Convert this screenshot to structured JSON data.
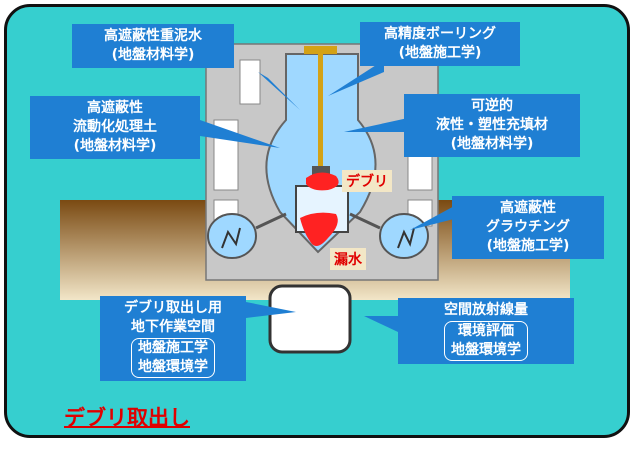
{
  "labels": {
    "top_center": [
      "高遮蔽性重泥水",
      "(地盤材料学)"
    ],
    "top_right": [
      "高精度ボーリング",
      "(地盤施工学)"
    ],
    "left_mid": [
      "高遮蔽性",
      "流動化処理土",
      "(地盤材料学)"
    ],
    "right_mid": [
      "可逆的",
      "液性・塑性充填材",
      "(地盤材料学)"
    ],
    "right_lower": [
      "高遮蔽性",
      "グラウチング",
      "(地盤施工学)"
    ],
    "bottom_left_title": [
      "デブリ取出し用",
      "地下作業空間"
    ],
    "bottom_left_fields": [
      "地盤施工学",
      "地盤環境学"
    ],
    "bottom_right_title": [
      "空間放射線量"
    ],
    "bottom_right_fields": [
      "環境評価",
      "地盤環境学"
    ]
  },
  "markers": {
    "debris": "デブリ",
    "leak": "漏水"
  },
  "footer": "デブリ取出し",
  "colors": {
    "background": "#36cfcf",
    "label_box": "#1f7fd3",
    "building": "#c8c8c8",
    "ground": "#8a5a1c",
    "debris": "#ff2222",
    "water": "#9fd8ff",
    "footer_text": "#e00000"
  }
}
